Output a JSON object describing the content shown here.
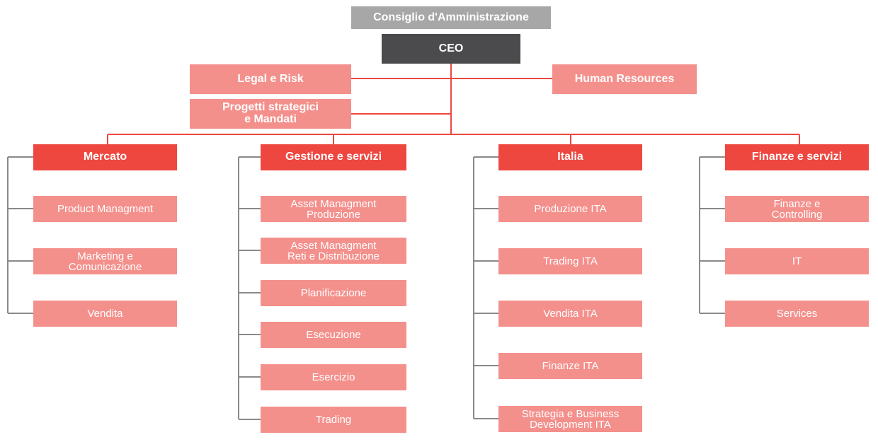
{
  "board": "Consiglio d'Amministrazione",
  "ceo": "CEO",
  "staff": {
    "legal": "Legal e Risk",
    "hr": "Human Resources",
    "projects": "Progetti strategici\ne Mandati"
  },
  "departments": [
    {
      "name": "Mercato",
      "units": [
        "Product Managment",
        "Marketing e\nComunicazione",
        "Vendita"
      ]
    },
    {
      "name": "Gestione e servizi",
      "units": [
        "Asset Managment\nProduzione",
        "Asset Managment\nReti e Distribuzione",
        "Planificazione",
        "Esecuzione",
        "Esercizio",
        "Trading"
      ]
    },
    {
      "name": "Italia",
      "units": [
        "Produzione ITA",
        "Trading ITA",
        "Vendita ITA",
        "Finanze ITA",
        "Strategia e Business\nDevelopment ITA"
      ]
    },
    {
      "name": "Finanze e servizi",
      "units": [
        "Finanze e\nControlling",
        "IT",
        "Services"
      ]
    }
  ],
  "colors": {
    "board": "#a7a7a7",
    "ceo": "#4b4b4d",
    "department": "#ee4740",
    "unit": "#f4908c",
    "connector_red": "#ee4740",
    "connector_grey": "#8a8a8a"
  }
}
